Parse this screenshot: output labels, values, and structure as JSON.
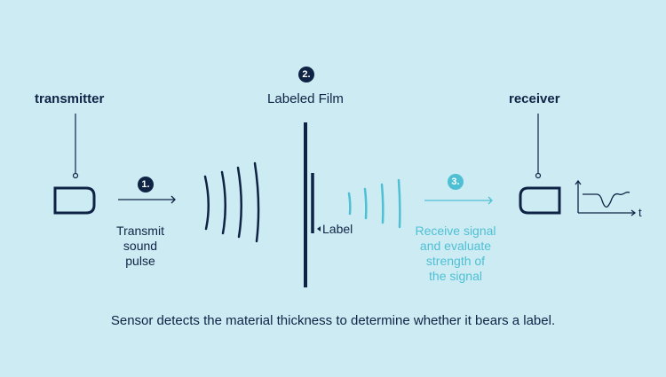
{
  "diagram": {
    "colors": {
      "background": "#cdebf3",
      "dark": "#0f2345",
      "accent": "#4fc0d4"
    },
    "transmitter": {
      "label": "transmitter",
      "step": {
        "number": "1.",
        "caption_lines": [
          "Transmit",
          "sound",
          "pulse"
        ]
      }
    },
    "film": {
      "step_number": "2.",
      "title": "Labeled Film",
      "label_pointer": "Label"
    },
    "receiver": {
      "label": "receiver",
      "step": {
        "number": "3.",
        "caption_lines": [
          "Receive signal",
          "and evaluate",
          "strength of",
          "the signal"
        ]
      },
      "graph_axis_label": "t"
    },
    "footer_caption": "Sensor detects the material thickness to determine whether it bears a label."
  }
}
